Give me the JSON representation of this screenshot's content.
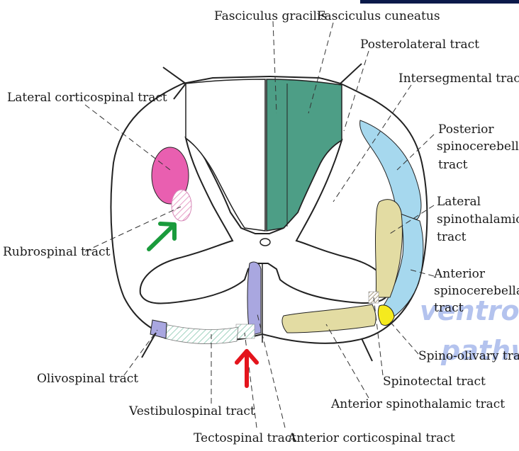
{
  "labels": {
    "fasciculus_gracilis": "Fasciculus gracilis",
    "fasciculus_cuneatus": "Fasciculus cuneatus",
    "posterolateral_tract": "Posterolateral tract",
    "intersegmental_tract": "Intersegmental tract",
    "lateral_corticospinal": "Lateral corticospinal tract",
    "posterior_spinocerebellar_1": "Posterior",
    "posterior_spinocerebellar_2": "spinocerebellar",
    "posterior_spinocerebellar_3": "tract",
    "lateral_spinothalamic_1": "Lateral",
    "lateral_spinothalamic_2": "spinothalamic",
    "lateral_spinothalamic_3": "tract",
    "rubrospinal": "Rubrospinal tract",
    "anterior_spinocerebellar_1": "Anterior",
    "anterior_spinocerebellar_2": "spinocerebellar",
    "anterior_spinocerebellar_3": "tract",
    "spino_olivary": "Spino-olivary tract",
    "olivospinal": "Olivospinal tract",
    "spinotectal": "Spinotectal tract",
    "anterior_spinothalamic": "Anterior spinothalamic tract",
    "vestibulospinal": "Vestibulospinal tract",
    "tectospinal": "Tectospinal tract",
    "anterior_corticospinal": "Anterior corticospinal tract"
  },
  "overlay": {
    "watermark_1": "ventron",
    "watermark_2": "pathw",
    "green_arrow_color": "#1a9b3c",
    "red_arrow_color": "#e4141c"
  },
  "colors": {
    "dorsal_column": "#4d9e86",
    "lateral_corticospinal": "#e95fb0",
    "rubrospinal_hatch": "#e8a0c8",
    "posterior_spinocerebellar": "#a6d8ee",
    "spinothalamic": "#e3dca3",
    "anterior_corticospinal": "#a9a7e0",
    "vestibulospinal_hatch": "#9fd2bf",
    "olivospinal": "#a9a7e0",
    "spino_olivary": "#f5ea1e",
    "corner_box": "#0b1a4a"
  }
}
